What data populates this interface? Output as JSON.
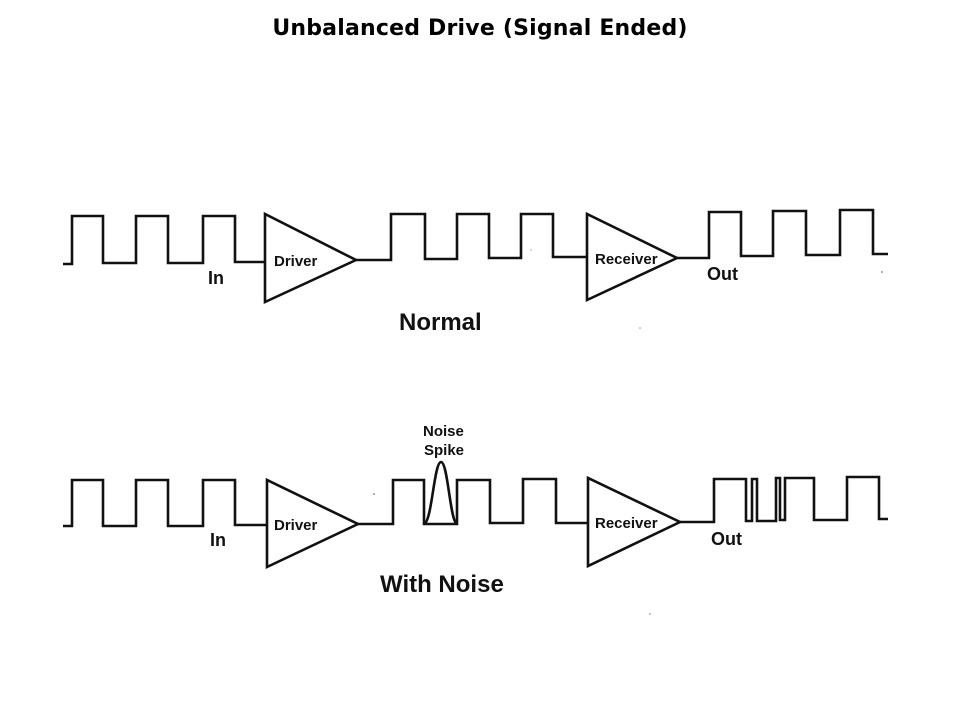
{
  "title": "Unbalanced Drive (Signal Ended)",
  "normal": {
    "input_label": "In",
    "driver_label": "Driver",
    "receiver_label": "Receiver",
    "output_label": "Out",
    "caption": "Normal"
  },
  "with_noise": {
    "input_label": "In",
    "driver_label": "Driver",
    "receiver_label": "Receiver",
    "output_label": "Out",
    "caption": "With Noise",
    "noise_label_line1": "Noise",
    "noise_label_line2": "Spike"
  }
}
